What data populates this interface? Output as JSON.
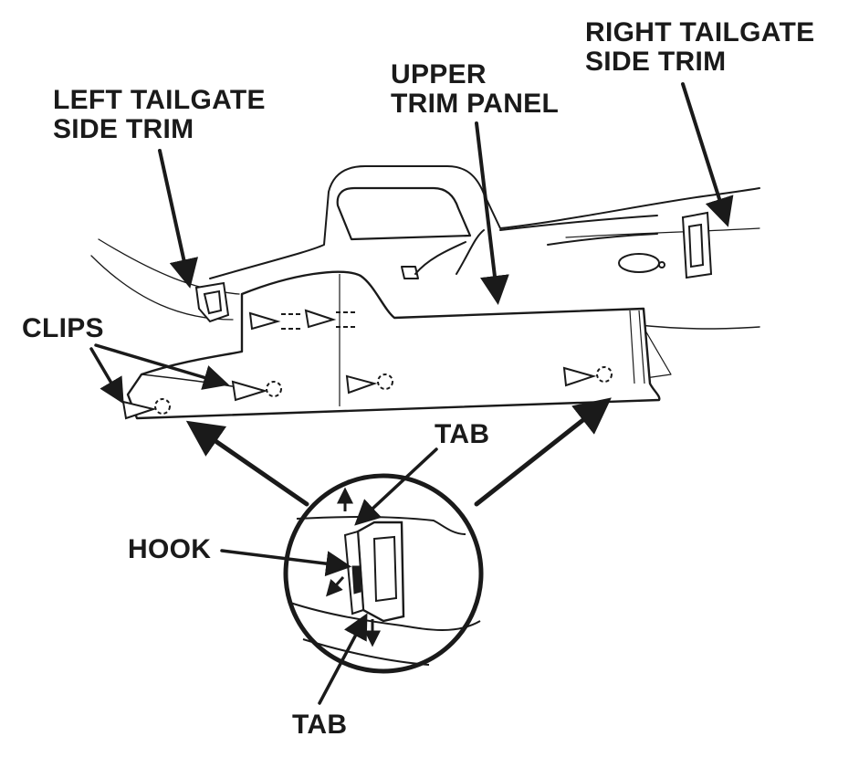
{
  "labels": {
    "left_trim": [
      "LEFT TAILGATE",
      "SIDE TRIM"
    ],
    "upper_panel": [
      "UPPER",
      "TRIM PANEL"
    ],
    "right_trim": [
      "RIGHT TAILGATE",
      "SIDE TRIM"
    ],
    "clips": "CLIPS",
    "hook": "HOOK",
    "tab_top": "TAB",
    "tab_bottom": "TAB"
  },
  "colors": {
    "ink": "#1a1a1a",
    "paper": "#ffffff"
  }
}
